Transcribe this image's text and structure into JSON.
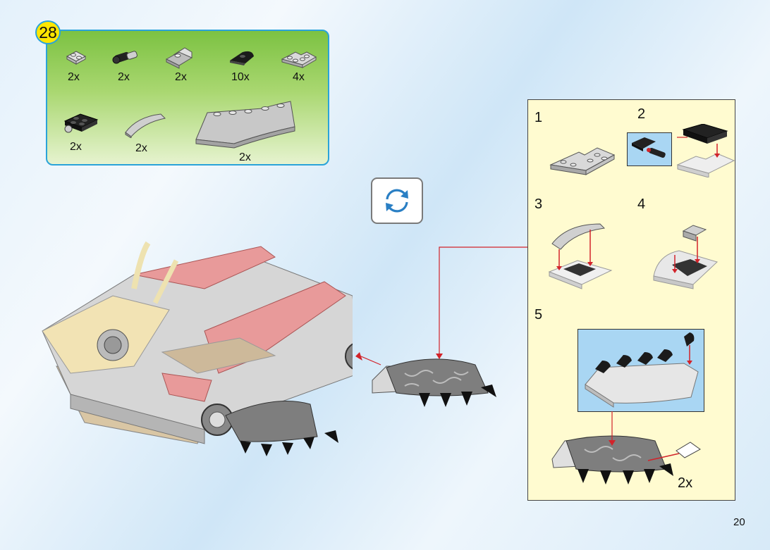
{
  "step": {
    "number": "28"
  },
  "parts": [
    {
      "icon": "plate-1x2-icon",
      "qty": "2x"
    },
    {
      "icon": "bar-holder-clip-icon",
      "qty": "2x"
    },
    {
      "icon": "slope-grey-icon",
      "qty": "2x"
    },
    {
      "icon": "black-tooth-icon",
      "qty": "10x"
    },
    {
      "icon": "plate-corner-icon",
      "qty": "4x"
    },
    {
      "icon": "black-plate-pin-icon",
      "qty": "2x"
    },
    {
      "icon": "curved-slope-icon",
      "qty": "2x"
    },
    {
      "icon": "wedge-plate-icon",
      "qty": "2x"
    }
  ],
  "rotate": {
    "icon": "rotate-arrows-icon"
  },
  "substeps": [
    {
      "number": "1"
    },
    {
      "number": "2"
    },
    {
      "number": "3"
    },
    {
      "number": "4"
    },
    {
      "number": "5"
    }
  ],
  "subassembly_qty": "2x",
  "page_number": "20",
  "colors": {
    "connector": "#d2232a",
    "panel_border": "#2aa3d9",
    "subpanel_bg": "#fffbd0",
    "callout_bg": "#a9d6f3"
  }
}
